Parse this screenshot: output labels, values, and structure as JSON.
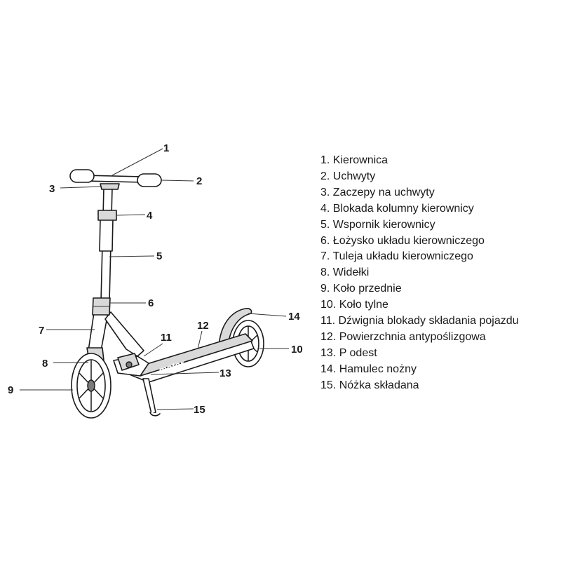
{
  "callouts": [
    "1",
    "2",
    "3",
    "4",
    "5",
    "6",
    "7",
    "8",
    "9",
    "10",
    "11",
    "12",
    "13",
    "14",
    "15"
  ],
  "legend": [
    "1. Kierownica",
    "2. Uchwyty",
    "3. Zaczepy na uchwyty",
    "4. Blokada kolumny kierownicy",
    "5. Wspornik kierownicy",
    "6. Łożysko układu kierowniczego",
    "7. Tuleja układu kierowniczego",
    "8. Widełki",
    "9. Koło przednie",
    "10.  Koło tylne",
    "11.  Dźwignia blokady składania pojazdu",
    "12.  Powierzchnia antypoślizgowa",
    "13.  P odest",
    "14.  Hamulec nożny",
    "15.  Nóżka składana"
  ],
  "logo": "motor"
}
